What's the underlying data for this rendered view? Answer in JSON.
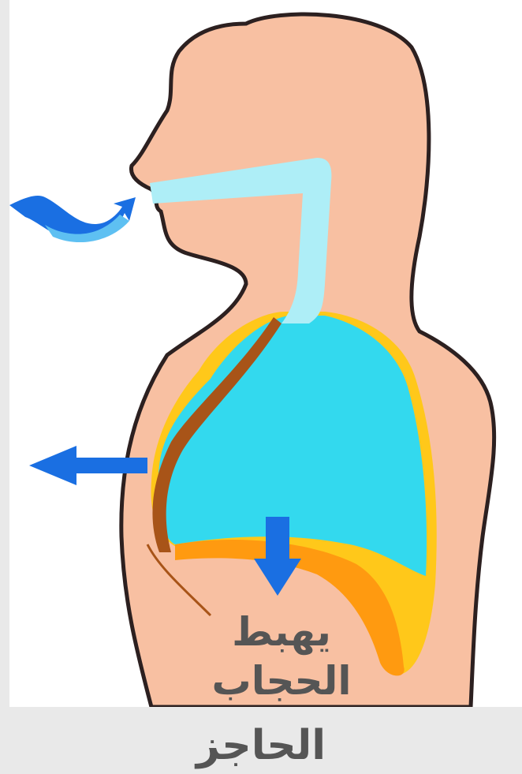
{
  "diagram": {
    "body_labels": [
      "يهبط",
      "الحجاب"
    ],
    "bottom_caption": "الحاجز",
    "colors": {
      "skin": "#f8c0a2",
      "outline": "#2c2020",
      "airway": "#aeeef7",
      "lung": "#33d9ee",
      "pleura": "#ffc81a",
      "diaphragm": "#ff9a10",
      "rib": "#a85418",
      "arrow": "#1a6fe2",
      "arrow_light": "#5ec0f2",
      "text": "#555555",
      "background": "#e9e9e9"
    },
    "icons": [
      "inhale-arrow-icon",
      "chest-expand-arrow-icon",
      "diaphragm-down-arrow-icon"
    ]
  }
}
